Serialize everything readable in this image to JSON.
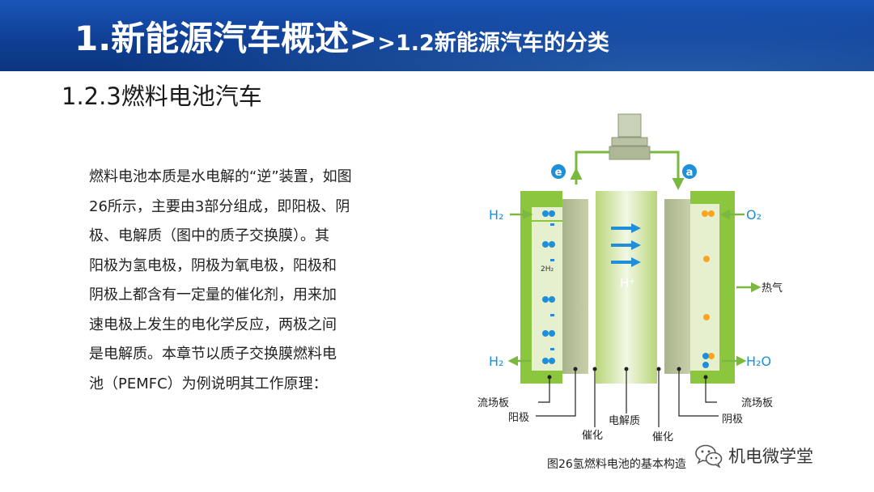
{
  "header": {
    "title_main": "1.新能源汽车概述>",
    "title_sub": ">1.2新能源汽车的分类"
  },
  "section_title": "1.2.3燃料电池汽车",
  "body_lines": [
    "燃料电池本质是水电解的“逆”装置，如图",
    "26所示，主要由3部分组成，即阳极、阴",
    "极、电解质（图中的质子交换膜）。其",
    "阳极为氢电极，阴极为氧电极，阳极和",
    "阴极上都含有一定量的催化剂，用来加",
    "速电极上发生的电化学反应，两极之间",
    "是电解质。本章节以质子交换膜燃料电",
    "池（PEMFC）为例说明其工作原理："
  ],
  "diagram": {
    "electron_left": "e",
    "electron_right": "a",
    "h2_top": "H₂",
    "h2_bottom": "H₂",
    "o2": "O₂",
    "h2o": "H₂O",
    "heat": "热气",
    "hydrogen_small": "2H₂",
    "proton": "H⁺",
    "labels": {
      "flow_plate_left": "流场板",
      "anode": "阳极",
      "catalyst_left": "催化",
      "electrolyte": "电解质",
      "catalyst_right": "催化",
      "cathode": "阴极",
      "flow_plate_right": "流场板"
    },
    "colors": {
      "green_outer": "#8cc63f",
      "green_inner": "#b5d86a",
      "pale": "#e6f0cf",
      "arrow": "#7ab840",
      "blue": "#1e8fd8",
      "orange": "#f7a521"
    }
  },
  "caption": "图26氢燃料电池的基本构造",
  "watermark": {
    "icon": "wechat-icon",
    "text": "机电微学堂"
  }
}
